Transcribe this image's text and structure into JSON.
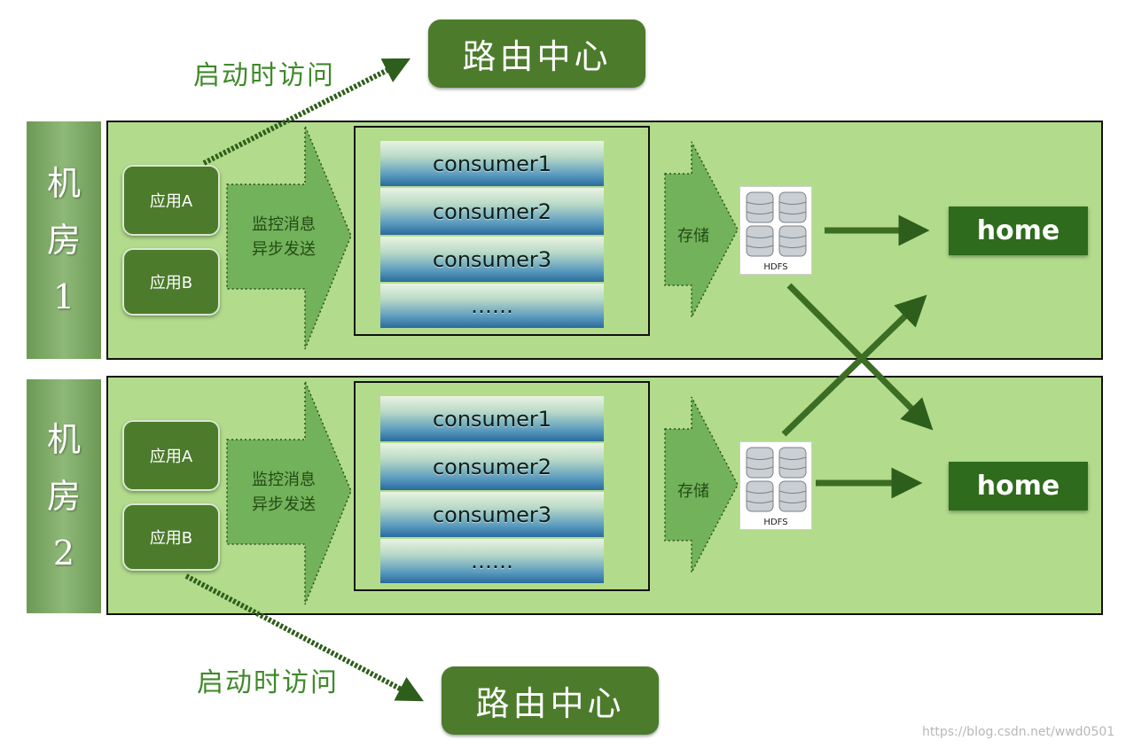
{
  "route_center_label": "路由中心",
  "access_on_start_label": "启动时访问",
  "rooms": [
    {
      "label_lines": [
        "机",
        "房",
        "1"
      ],
      "apps": [
        "应用A",
        "应用B"
      ],
      "monitor_label": "监控消息\n异步发送",
      "consumers": [
        "consumer1",
        "consumer2",
        "consumer3",
        "……"
      ],
      "storage_label": "存储",
      "hdfs_label": "HDFS",
      "home_label": "home"
    },
    {
      "label_lines": [
        "机",
        "房",
        "2"
      ],
      "apps": [
        "应用A",
        "应用B"
      ],
      "monitor_label": "监控消息\n异步发送",
      "consumers": [
        "consumer1",
        "consumer2",
        "consumer3",
        "……"
      ],
      "storage_label": "存储",
      "hdfs_label": "HDFS",
      "home_label": "home"
    }
  ],
  "watermark": "https://blog.csdn.net/wwd0501",
  "colors": {
    "dark_green": "#4c7b2c",
    "home_green": "#2f6b1c",
    "room_bg": "#b2dc8c",
    "arrow_green": "#3b6d22",
    "access_text": "#3f8a2a"
  }
}
